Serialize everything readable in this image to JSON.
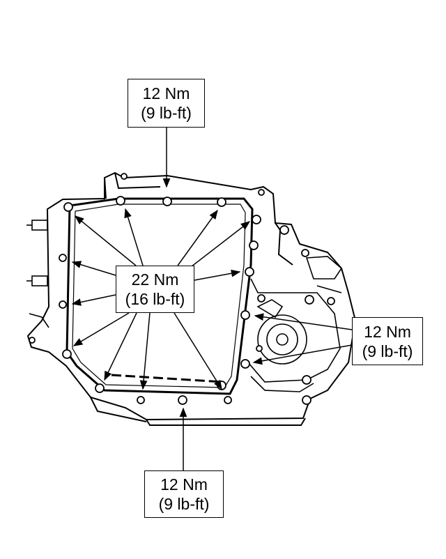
{
  "callouts": {
    "top": {
      "torque_nm": "12 Nm",
      "torque_lbft": "(9 lb-ft)"
    },
    "center": {
      "torque_nm": "22 Nm",
      "torque_lbft": "(16 lb-ft)"
    },
    "right": {
      "torque_nm": "12 Nm",
      "torque_lbft": "(9 lb-ft)"
    },
    "bottom": {
      "torque_nm": "12 Nm",
      "torque_lbft": "(9 lb-ft)"
    }
  },
  "colors": {
    "ink": "#000000",
    "paper": "#ffffff"
  }
}
